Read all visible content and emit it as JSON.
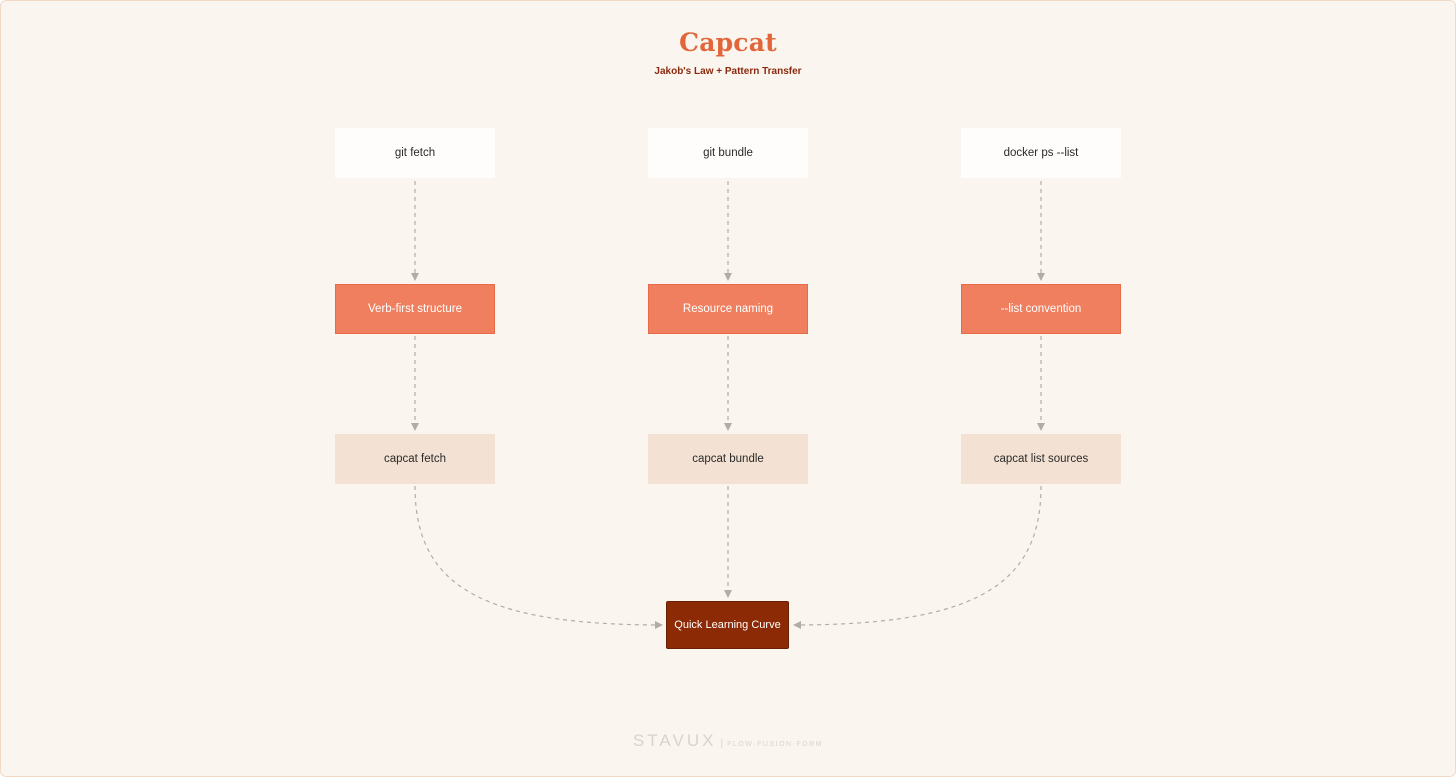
{
  "header": {
    "title": "Capcat",
    "subtitle": "Jakob's Law + Pattern Transfer"
  },
  "columns": [
    {
      "source": "git fetch",
      "pattern": "Verb-first structure",
      "result": "capcat fetch"
    },
    {
      "source": "git bundle",
      "pattern": "Resource naming",
      "result": "capcat bundle"
    },
    {
      "source": "docker ps --list",
      "pattern": "--list convention",
      "result": "capcat list sources"
    }
  ],
  "goal": "Quick Learning Curve",
  "footer": {
    "brand": "STAVUX",
    "separator": "|",
    "tagline": "FLOW·FUSION·FORM"
  },
  "colors": {
    "background": "#faf5ef",
    "title": "#e2663a",
    "pattern_box": "#ef7f5f",
    "result_box": "#f3e2d3",
    "goal_box": "#8d2a06",
    "connector": "#b3aca5"
  }
}
